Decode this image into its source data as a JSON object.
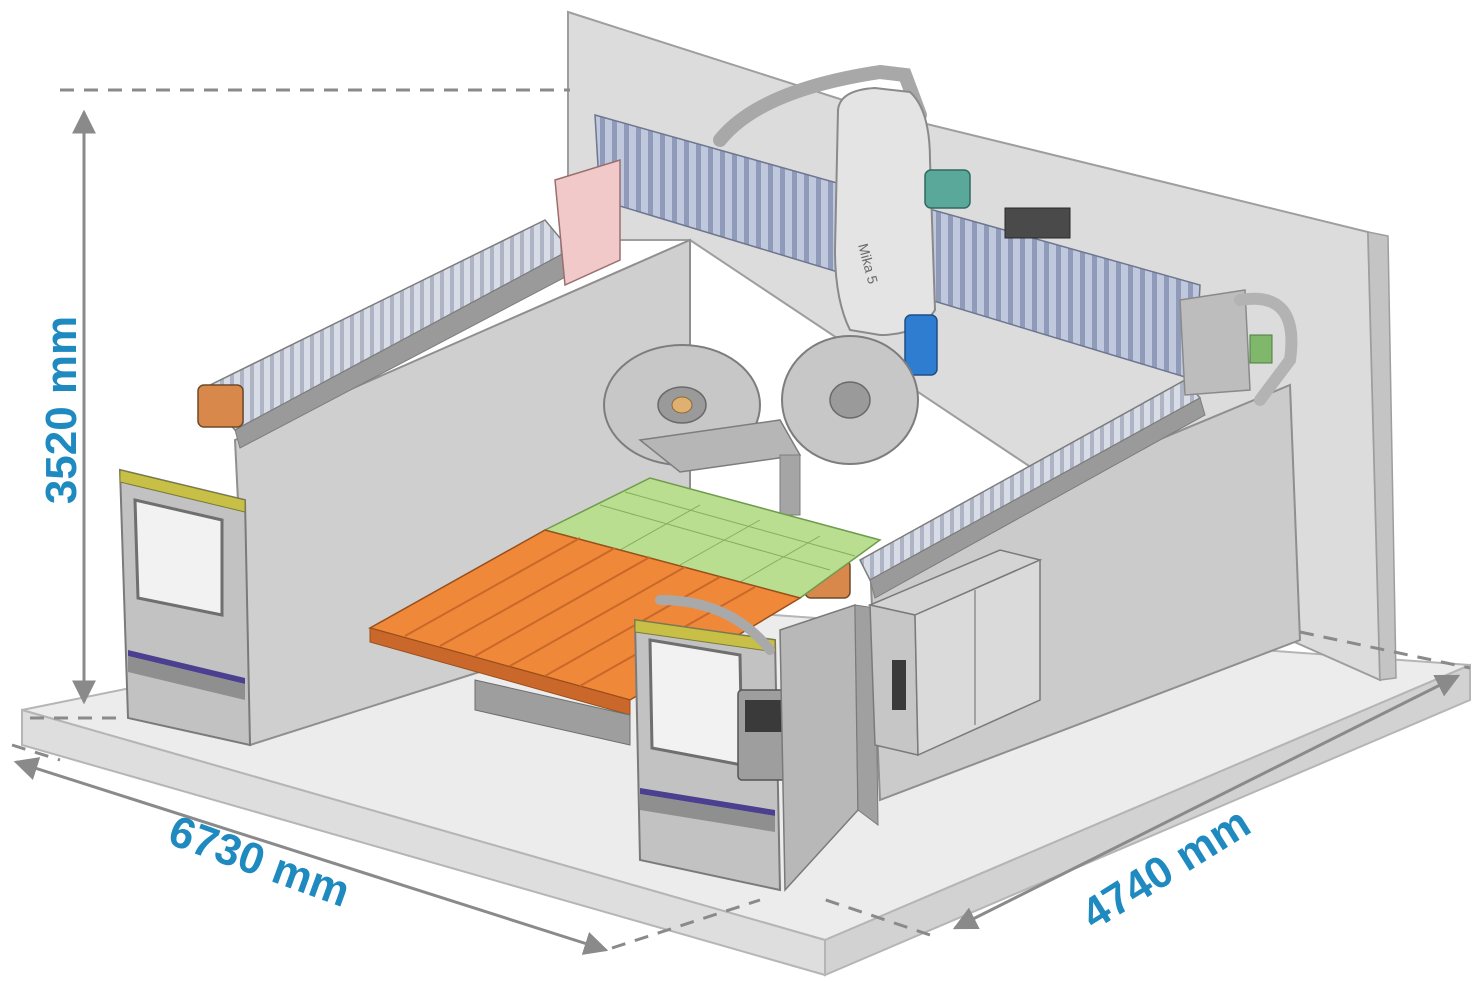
{
  "dimensions": {
    "height": "3520 mm",
    "width": "6730 mm",
    "depth": "4740 mm"
  },
  "machine": {
    "head_brand_label": "Mika 5"
  },
  "colors": {
    "dimension_text": "#1f8ac0",
    "dimension_lines": "#8a8a8a",
    "work_table": "#f0883a",
    "sacrificial_plate": "#b9de8f",
    "motor_cover": "#2f7dd1",
    "accent_pink": "#f2c9c9",
    "accent_teal": "#5aa89a",
    "door_stripe": "#4b3f8f",
    "frame_gray": "#c9c9c9",
    "floor": "#e9e9e9"
  }
}
